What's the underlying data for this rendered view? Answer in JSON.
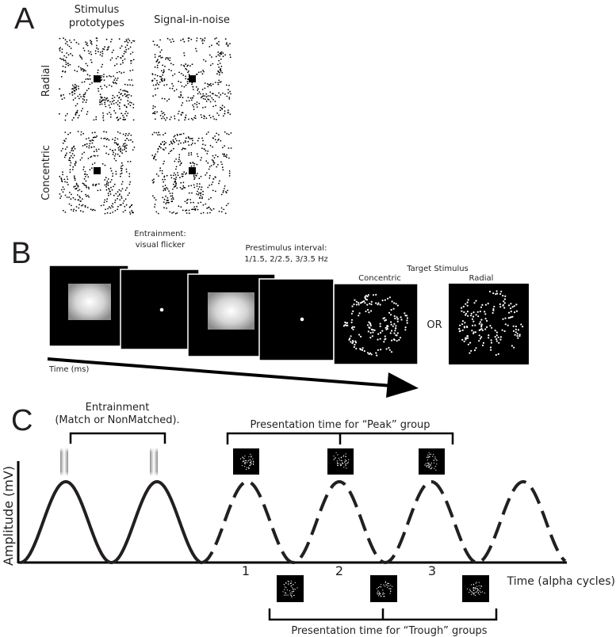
{
  "panel_a": {
    "letter": "A",
    "col1_line1": "Stimulus",
    "col1_line2": "prototypes",
    "col2": "Signal-in-noise",
    "row1": "Radial",
    "row2": "Concentric"
  },
  "panel_b": {
    "letter": "B",
    "entrainment_line1": "Entrainment:",
    "entrainment_line2": "visual flicker",
    "prestimulus_line1": "Prestimulus interval:",
    "prestimulus_line2": "1/1.5, 2/2.5, 3/3.5 Hz",
    "target_label": "Target Stimulus",
    "concentric_label": "Concentric",
    "or_label": "OR",
    "radial_label": "Radial",
    "time_label": "Time (ms)"
  },
  "panel_c": {
    "letter": "C",
    "entrainment_line1": "Entrainment",
    "entrainment_line2": "(Match or NonMatched).",
    "peak_label": "Presentation time for “Peak” group",
    "trough_label": "Presentation time for “Trough” groups",
    "y_axis_label": "Amplitude (mV)",
    "x_axis_label": "Time (alpha cycles)",
    "ticks": [
      "1",
      "2",
      "3"
    ]
  }
}
